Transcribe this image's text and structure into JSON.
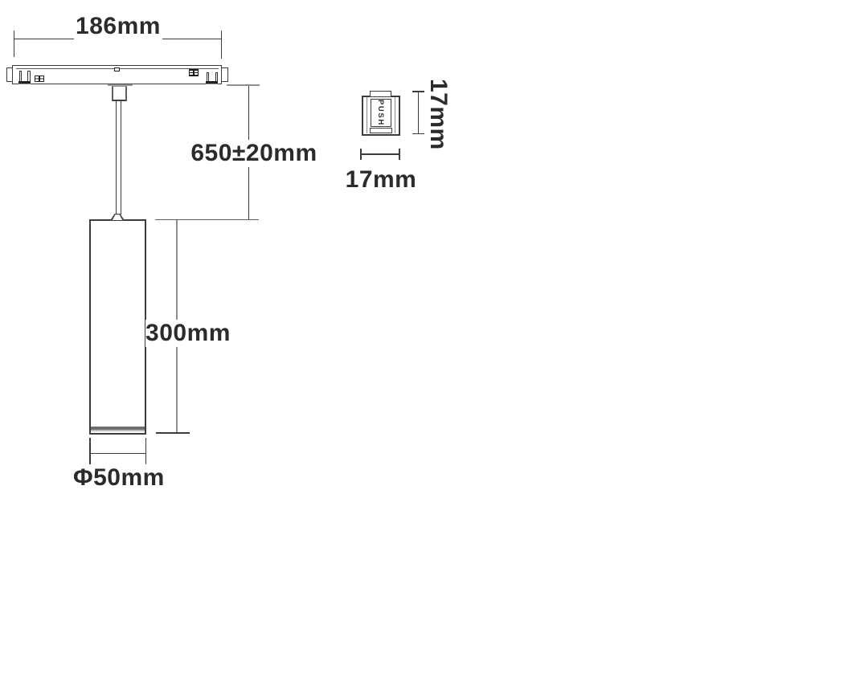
{
  "diagram": {
    "labels": {
      "track_length": "186mm",
      "suspension_height": "650±20mm",
      "body_height": "300mm",
      "body_diameter": "Φ50mm",
      "adapter_height": "17mm",
      "adapter_width": "17mm",
      "push_button": "PUSH"
    },
    "colors": {
      "background": "#ffffff",
      "line_dark": "#3c3c3c",
      "line_gray": "#8f8f8f",
      "text": "#2b2b2b",
      "fill_dark": "#1f1f1f",
      "band_dark": "#6e6e6e",
      "band_light": "#bdbdbd"
    }
  }
}
